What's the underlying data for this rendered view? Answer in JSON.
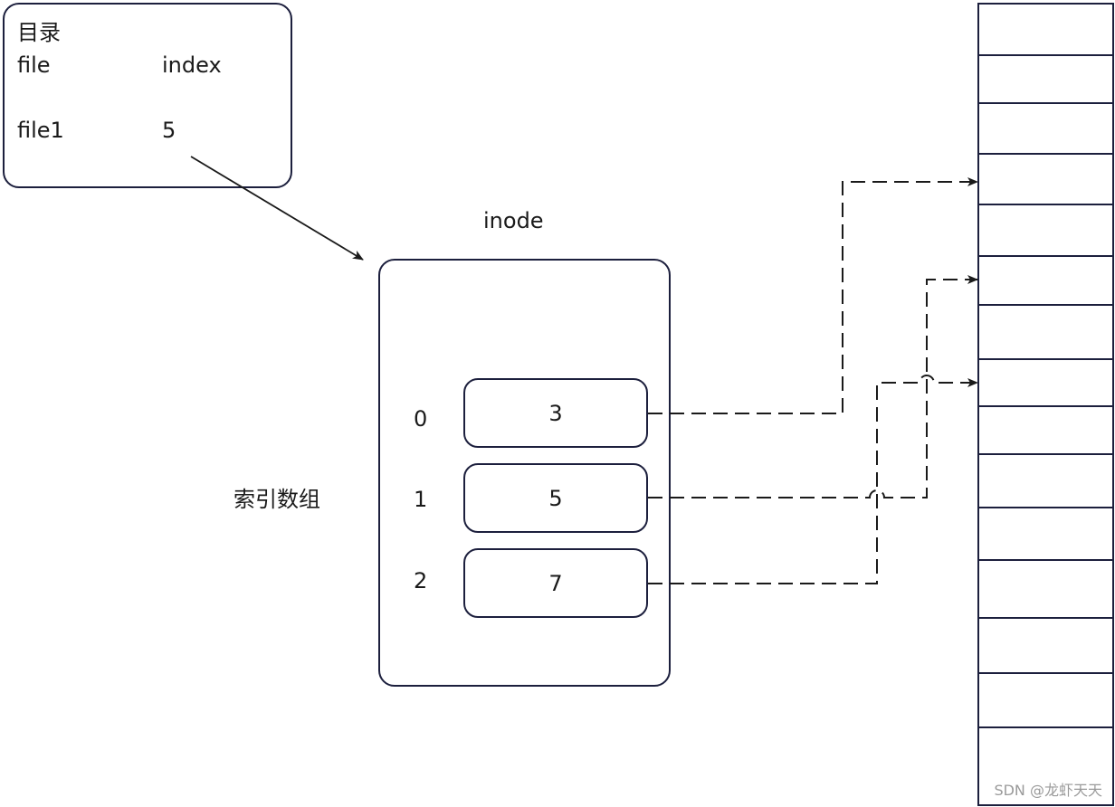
{
  "directory": {
    "title": "目录",
    "col_file": "file",
    "col_index": "index",
    "rows": [
      {
        "file": "file1",
        "index": "5"
      }
    ]
  },
  "inode": {
    "title": "inode",
    "array_label": "索引数组",
    "entries": [
      {
        "index": "0",
        "block": "3"
      },
      {
        "index": "1",
        "block": "5"
      },
      {
        "index": "2",
        "block": "7"
      }
    ]
  },
  "watermark": "SDN @龙虾天天",
  "colors": {
    "stroke": "#1c1f3d",
    "text": "#1a1a1a"
  }
}
